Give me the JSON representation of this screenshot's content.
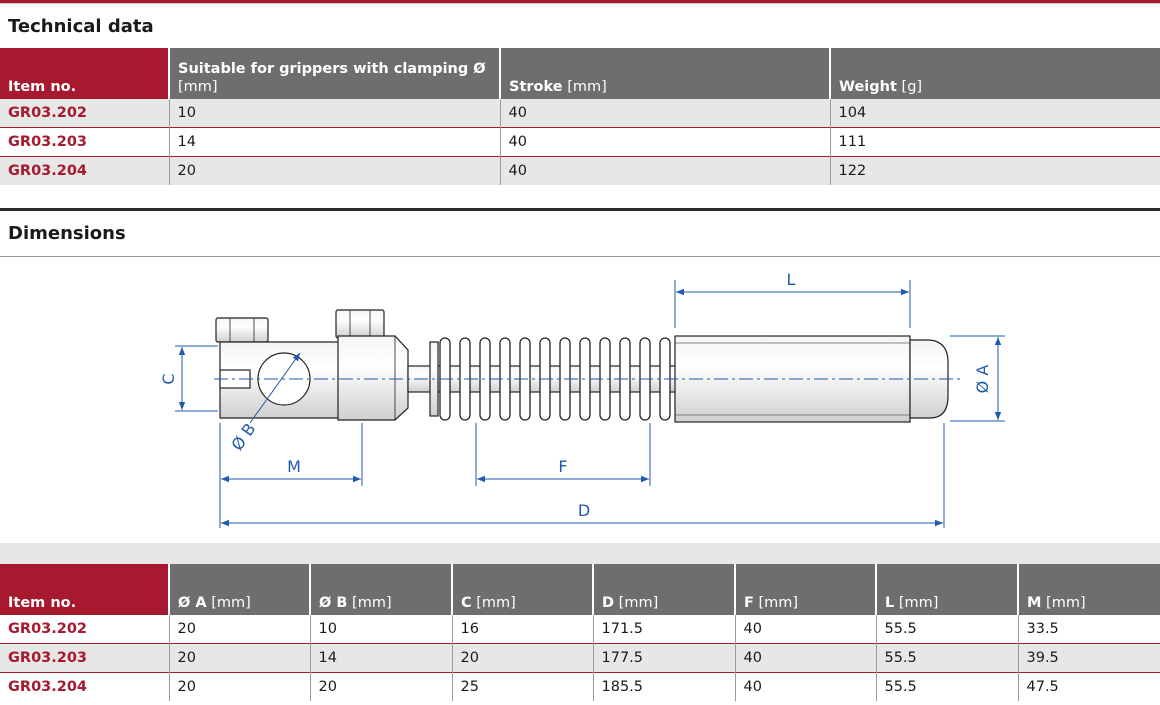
{
  "technical": {
    "title": "Technical data",
    "headers": {
      "item": "Item no.",
      "clamp_bold": "Suitable for grippers with clamping Ø",
      "clamp_unit": "[mm]",
      "stroke_bold": "Stroke",
      "stroke_unit": "[mm]",
      "weight_bold": "Weight",
      "weight_unit": "[g]"
    },
    "rows": [
      {
        "item": "GR03.202",
        "clamp": "10",
        "stroke": "40",
        "weight": "104"
      },
      {
        "item": "GR03.203",
        "clamp": "14",
        "stroke": "40",
        "weight": "111"
      },
      {
        "item": "GR03.204",
        "clamp": "20",
        "stroke": "40",
        "weight": "122"
      }
    ]
  },
  "dimensions": {
    "title": "Dimensions",
    "drawing_labels": {
      "L": "L",
      "C": "C",
      "A": "Ø A",
      "B": "Ø B",
      "M": "M",
      "F": "F",
      "D": "D"
    },
    "headers": {
      "item": "Item no.",
      "a_bold": "Ø A",
      "a_unit": "[mm]",
      "b_bold": "Ø B",
      "b_unit": "[mm]",
      "c_bold": "C",
      "c_unit": "[mm]",
      "d_bold": "D",
      "d_unit": "[mm]",
      "f_bold": "F",
      "f_unit": "[mm]",
      "l_bold": "L",
      "l_unit": "[mm]",
      "m_bold": "M",
      "m_unit": "[mm]"
    },
    "rows": [
      {
        "item": "GR03.202",
        "a": "20",
        "b": "10",
        "c": "16",
        "d": "171.5",
        "f": "40",
        "l": "55.5",
        "m": "33.5"
      },
      {
        "item": "GR03.203",
        "a": "20",
        "b": "14",
        "c": "20",
        "d": "177.5",
        "f": "40",
        "l": "55.5",
        "m": "39.5"
      },
      {
        "item": "GR03.204",
        "a": "20",
        "b": "20",
        "c": "25",
        "d": "185.5",
        "f": "40",
        "l": "55.5",
        "m": "47.5"
      }
    ]
  },
  "colors": {
    "brand_red": "#a6192e",
    "header_grey": "#6e6e70",
    "row_grey": "#e7e7e8",
    "dimension_blue": "#1f5ba8"
  }
}
